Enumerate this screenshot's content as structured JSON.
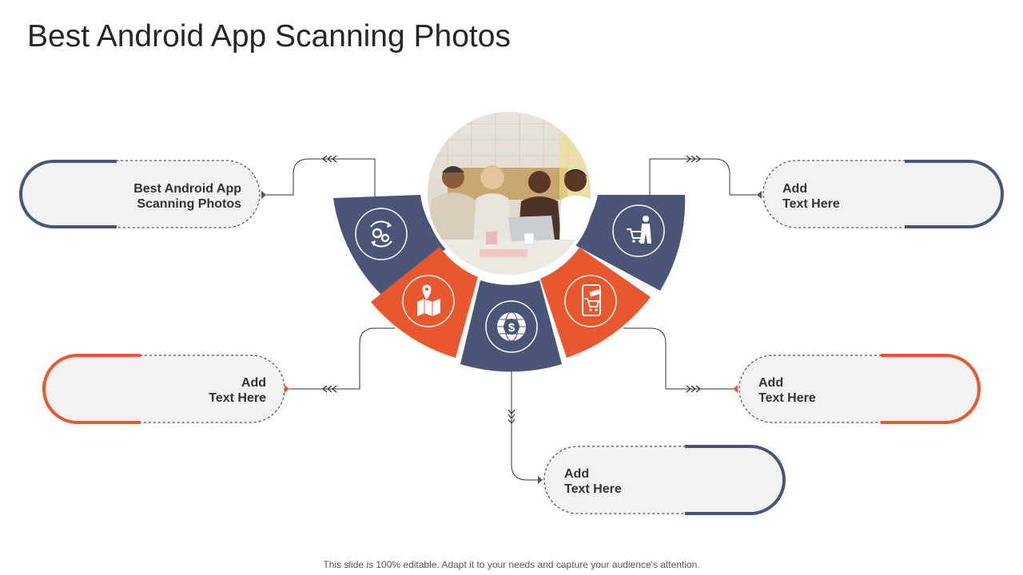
{
  "slide": {
    "title": "Best Android App Scanning Photos",
    "footer": "This slide is 100% editable. Adapt it to your needs and capture your audience's attention."
  },
  "colors": {
    "navy": "#4a5578",
    "orange": "#e8572e",
    "pill_fill": "#f2f2f2",
    "connector": "#333333"
  },
  "items": [
    {
      "id": "top-left",
      "line1": "Best Android App",
      "line2": "Scanning Photos",
      "accent": "navy",
      "icon": "gears-cycle-icon"
    },
    {
      "id": "middle-left",
      "line1": "Add",
      "line2": "Text Here",
      "accent": "orange",
      "icon": "map-pin-icon"
    },
    {
      "id": "bottom-center",
      "line1": "Add",
      "line2": "Text Here",
      "accent": "navy",
      "icon": "dollar-globe-icon"
    },
    {
      "id": "middle-right",
      "line1": "Add",
      "line2": "Text Here",
      "accent": "orange",
      "icon": "mobile-shopping-icon"
    },
    {
      "id": "top-right",
      "line1": "Add",
      "line2": "Text Here",
      "accent": "navy",
      "icon": "person-cart-icon"
    }
  ],
  "center_image": {
    "icon": "team-meeting-photo"
  }
}
